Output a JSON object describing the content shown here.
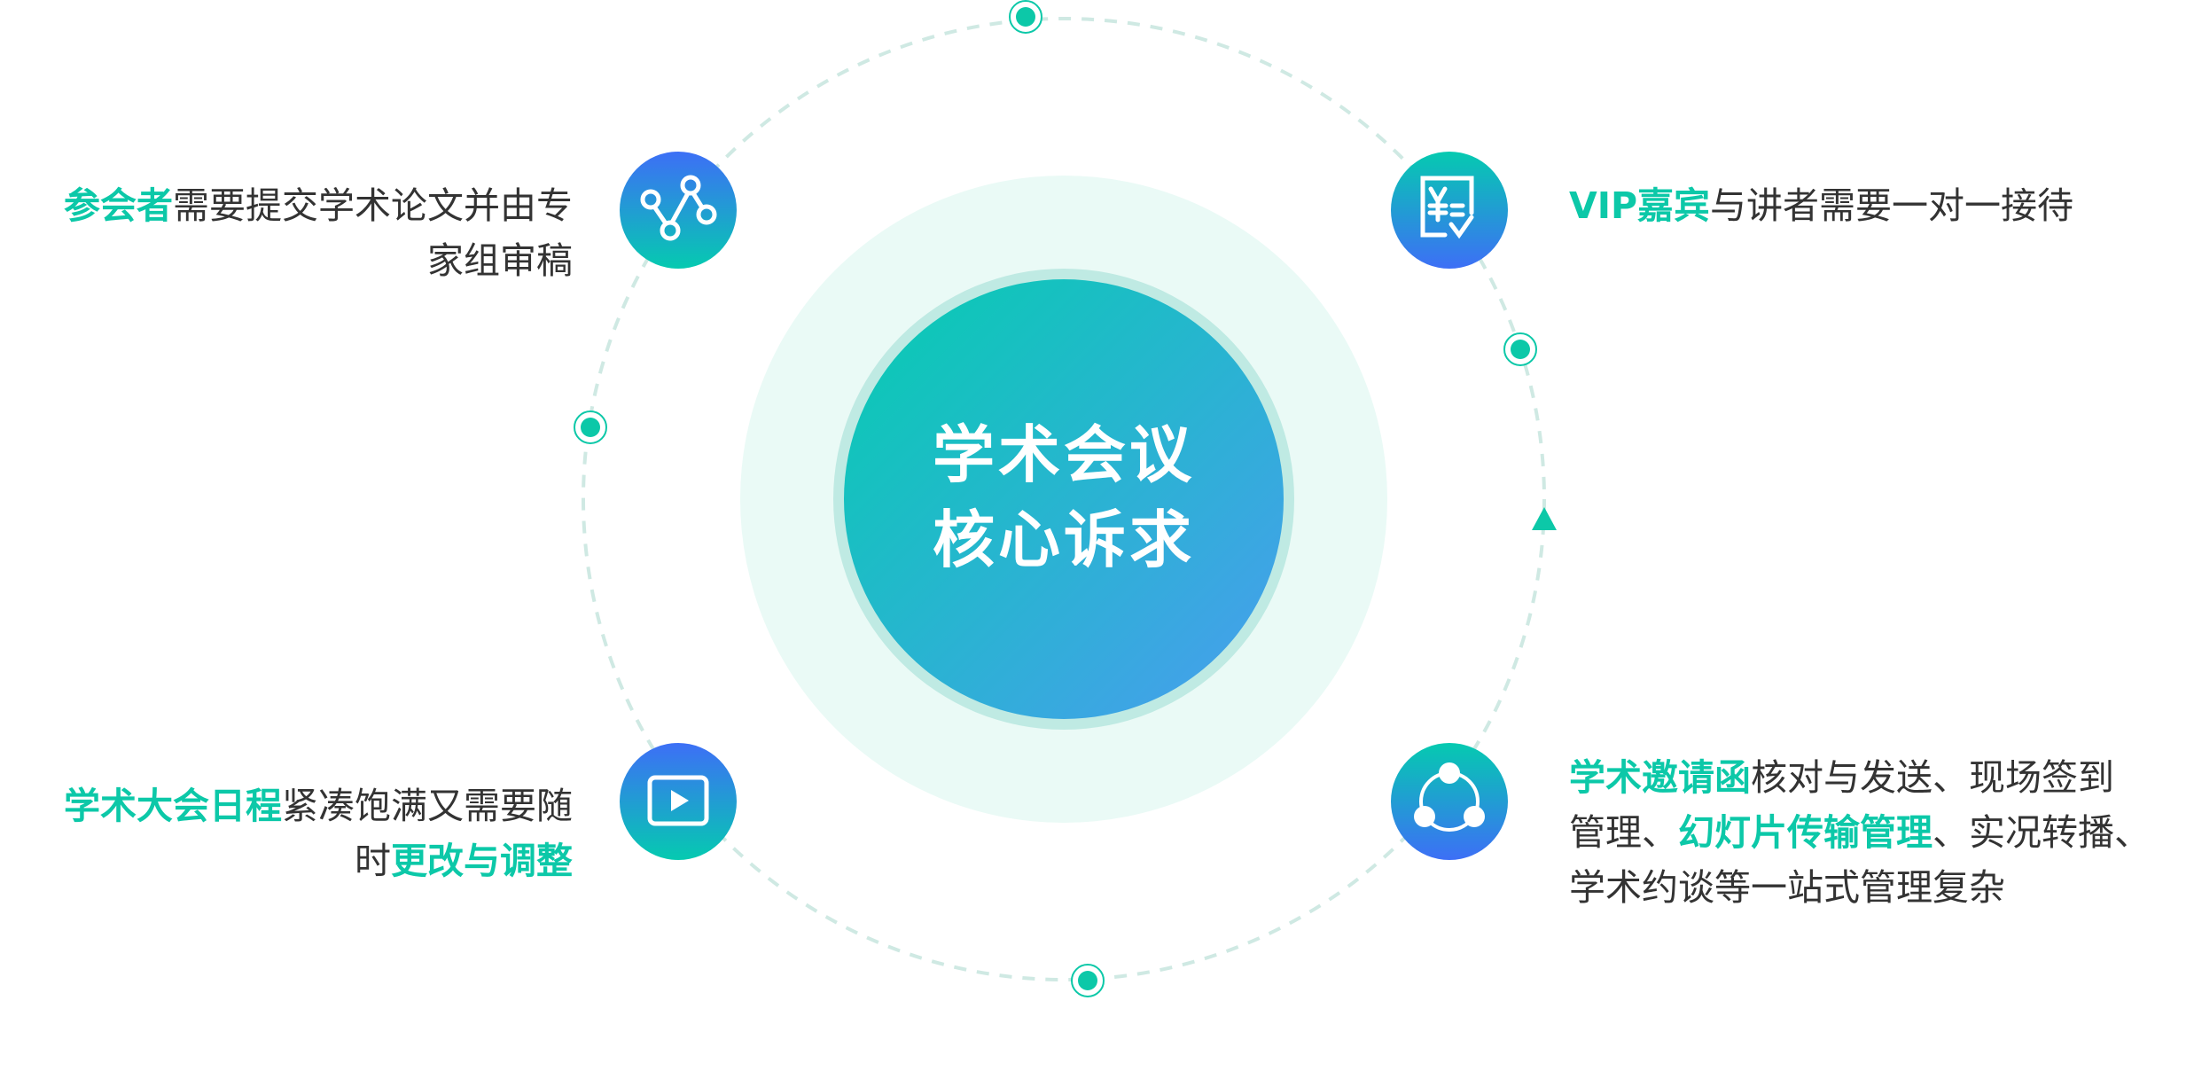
{
  "center": {
    "line1": "学术会议",
    "line2": "核心诉求"
  },
  "items": [
    {
      "icon": "network-nodes-icon",
      "parts": [
        {
          "text": "参会者",
          "highlight": true
        },
        {
          "text": "需要提交学术论文并由专",
          "highlight": false
        },
        {
          "text": "家组审稿",
          "highlight": false
        }
      ]
    },
    {
      "icon": "yen-invoice-check-icon",
      "parts": [
        {
          "text": "VIP嘉宾",
          "highlight": true
        },
        {
          "text": "与讲者需要一对一接待",
          "highlight": false
        }
      ]
    },
    {
      "icon": "play-screen-icon",
      "parts": [
        {
          "text": "学术大会日程",
          "highlight": true
        },
        {
          "text": "紧凑饱满又需要随",
          "highlight": false
        },
        {
          "text": "时",
          "highlight": false
        },
        {
          "text": "更改与调整",
          "highlight": true
        }
      ]
    },
    {
      "icon": "share-cycle-icon",
      "parts": [
        {
          "text": "学术邀请函",
          "highlight": true
        },
        {
          "text": "核对与发送、现场签到",
          "highlight": false
        },
        {
          "text": "管理、",
          "highlight": false
        },
        {
          "text": "幻灯片传输管理",
          "highlight": true
        },
        {
          "text": "、实况转播、",
          "highlight": false
        },
        {
          "text": "学术约谈等一站式管理复杂",
          "highlight": false
        }
      ]
    }
  ],
  "colors": {
    "accent": "#0cc8a8",
    "blue": "#3d72f5",
    "text": "#333333",
    "dash": "#cfe9e3"
  }
}
